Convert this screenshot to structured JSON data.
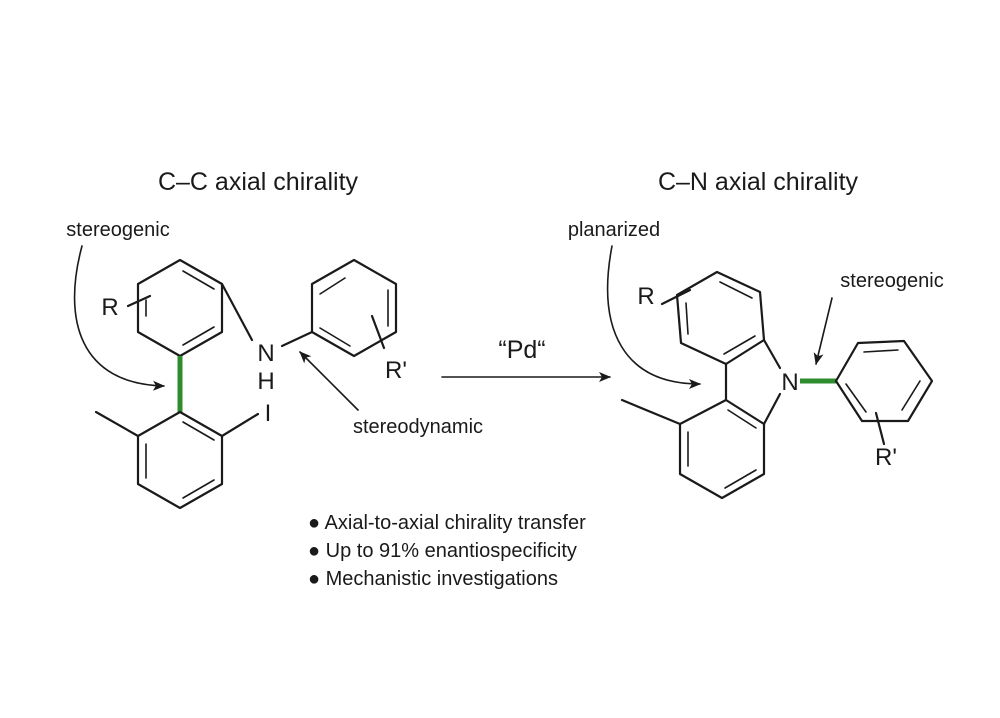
{
  "colors": {
    "highlight_bond": "#2e8b2e",
    "ink": "#1a1a1a",
    "background": "#ffffff"
  },
  "left": {
    "title": "C–C axial chirality",
    "label_stereogenic": "stereogenic",
    "label_stereodynamic": "stereodynamic",
    "atom_R": "R",
    "atom_N": "N",
    "atom_H": "H",
    "atom_I": "I",
    "atom_Rp": "R'"
  },
  "reaction": {
    "reagent": "“Pd“"
  },
  "right": {
    "title": "C–N axial chirality",
    "label_planarized": "planarized",
    "label_stereogenic": "stereogenic",
    "atom_R": "R",
    "atom_N": "N",
    "atom_Rp": "R'"
  },
  "bullets": [
    "● Axial-to-axial chirality transfer",
    "● Up to 91% enantiospecificity",
    "● Mechanistic investigations"
  ]
}
